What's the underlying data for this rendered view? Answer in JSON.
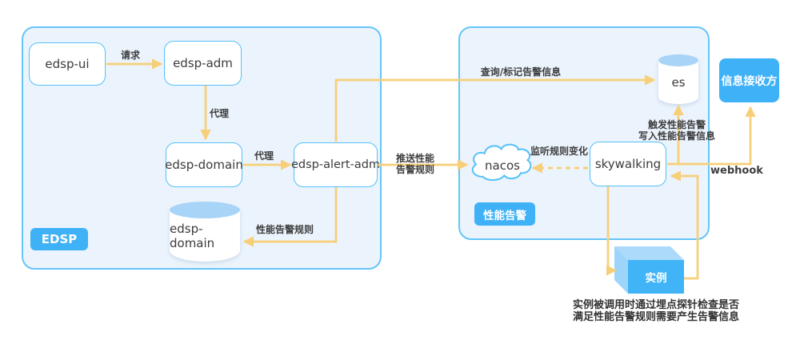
{
  "groups": {
    "edsp": {
      "badge": "EDSP"
    },
    "perf": {
      "badge": "性能告警"
    }
  },
  "nodes": {
    "edsp_ui": "edsp-ui",
    "edsp_adm": "edsp-adm",
    "edsp_domain": "edsp-domain",
    "edsp_alert_adm": "edsp-alert-adm",
    "edsp_domain_db": "edsp-domain",
    "nacos": "nacos",
    "skywalking": "skywalking",
    "es": "es",
    "receiver": "信息接收方",
    "instance": "实例"
  },
  "edges": {
    "request": "请求",
    "proxy_adm_to_domain": "代理",
    "proxy_domain_to_alert": "代理",
    "query_mark_alert_info": "查询/标记告警信息",
    "perf_alert_rule": "性能告警规则",
    "push_rule": [
      "推送性能",
      "告警规则"
    ],
    "listen_rule_change": "监听规则变化",
    "trigger_write": [
      "触发性能告警",
      "写入性能告警信息"
    ],
    "webhook": "webhook"
  },
  "caption": [
    "实例被调用时通过埋点探针检查是否",
    "满足性能告警规则需要产生告警信息"
  ],
  "colors": {
    "accent_blue": "#3eb1f7",
    "border_blue": "#54c1f8",
    "container_bg": "#ebf3fc",
    "arrow_yellow": "#f7cf78",
    "cylinder_top": "#a8d4f7",
    "text_dark": "#3b3b3b"
  }
}
